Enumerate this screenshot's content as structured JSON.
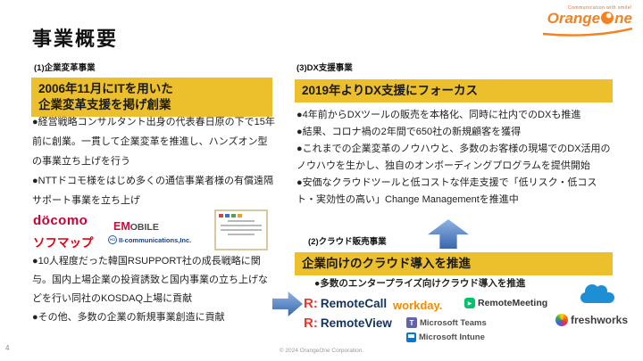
{
  "slide": {
    "title": "事業概要",
    "page_number": "4",
    "copyright": "© 2024 OrangeOne  Corporation."
  },
  "brand": {
    "tagline": "Communication with smile!",
    "part1": "Orange",
    "part2": "ne"
  },
  "colors": {
    "accent_yellow": "#ecbf2d",
    "arrow_blue": "#4472c4",
    "brand_orange": "#f5821f"
  },
  "sections": {
    "transform": {
      "label": "(1)企業変革事業",
      "heading1": "2006年11月にITを用いた",
      "heading2": "企業変革支援を掲げ創業",
      "paragraphs": [
        "●経営戦略コンサルタント出身の代表春日原の下で15年前に創業。一貫して企業変革を推進し、ハンズオン型の事業立ち上げを行う",
        "●NTTドコモ様をはじめ多くの通信事業者様の有償遠隔サポート事業を立ち上げ"
      ],
      "paragraphs2": [
        "●10人程度だった韓国RSUPPORT社の成長戦略に関与。国内上場企業の投資誘致と国内事業の立ち上げなどを行い同社のKOSDAQ上場に貢献",
        "●その他、多数の企業の新規事業創造に貢献"
      ],
      "logos": {
        "docomo": "döcomo",
        "sofmap": "ソフマップ",
        "em_mark": "EM",
        "em_rest": "OBILE",
        "comm_icon": "HCI",
        "comm_label": "II-communications,Inc."
      }
    },
    "dx": {
      "label": "(3)DX支援事業",
      "heading": "2019年よりDX支援にフォーカス",
      "paragraphs": [
        "●4年前からDXツールの販売を本格化、同時に社内でのDXも推進",
        "●結果、コロナ禍の2年間で650社の新規顧客を獲得",
        "●これまでの企業変革のノウハウと、多数のお客様の現場でのDX活用のノウハウを生かし、独自のオンボーディングプログラムを提供開始",
        "●安価なクラウドツールと低コストな伴走支援で「低リスク・低コスト・実効性の高い」Change Managementを推進中"
      ]
    },
    "cloud": {
      "label": "(2)クラウド販売事業",
      "heading": "企業向けのクラウド導入を推進",
      "bullet": "●多数のエンタープライズ向けクラウド導入を推進",
      "logos": {
        "remotecall_mark": "R:",
        "remotecall": "RemoteCall",
        "workday": "workday.",
        "remotemeeting": "RemoteMeeting",
        "remoteview_mark": "R:",
        "remoteview": "RemoteView",
        "teams_initial": "T",
        "teams": "Microsoft Teams",
        "freshworks": "freshworks",
        "intune": "Microsoft Intune"
      }
    }
  }
}
